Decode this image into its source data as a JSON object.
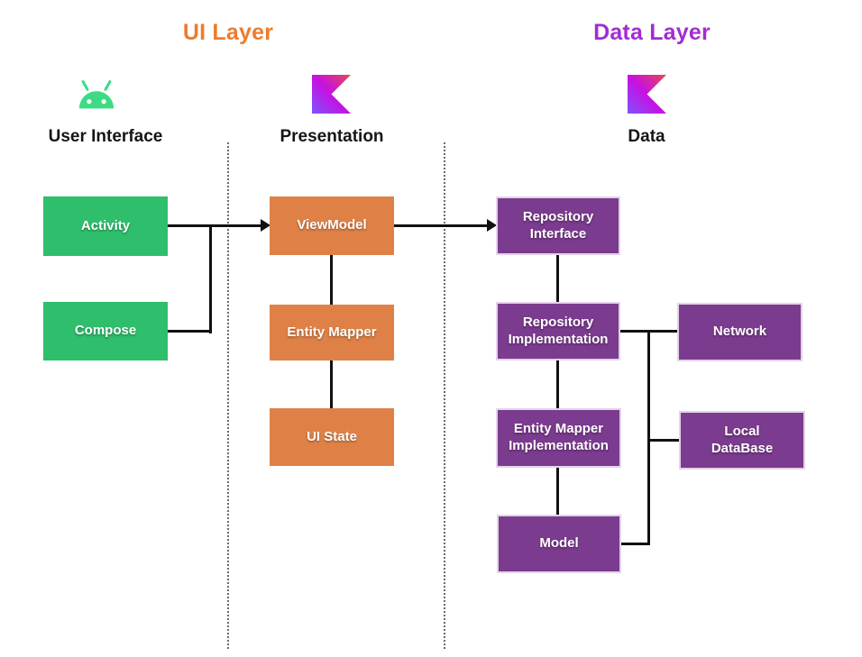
{
  "headers": {
    "ui_layer": "UI Layer",
    "data_layer": "Data Layer"
  },
  "columns": {
    "user_interface": "User Interface",
    "presentation": "Presentation",
    "data": "Data"
  },
  "nodes": {
    "activity": "Activity",
    "compose": "Compose",
    "viewmodel": "ViewModel",
    "entity_mapper": "Entity Mapper",
    "ui_state": "UI State",
    "repository_interface": [
      "Repository",
      "Interface"
    ],
    "repository_implementation": [
      "Repository",
      "Implementation"
    ],
    "entity_mapper_implementation": [
      "Entity Mapper",
      "Implementation"
    ],
    "model": "Model",
    "network": "Network",
    "local_database": [
      "Local",
      "DataBase"
    ]
  },
  "icons": {
    "column1": "android-icon",
    "column2": "kotlin-icon",
    "column3": "kotlin-icon"
  },
  "colors": {
    "ui_layer_title": "#EE7B2E",
    "data_layer_title": "#A32BD3",
    "green_node": "#2FBE6C",
    "orange_node": "#DF8147",
    "purple_node": "#7B3B8E",
    "android_green": "#3DDC84",
    "kotlin_gradient": [
      "#7F52FF",
      "#C711E1",
      "#E44857"
    ],
    "connector": "#111111"
  }
}
